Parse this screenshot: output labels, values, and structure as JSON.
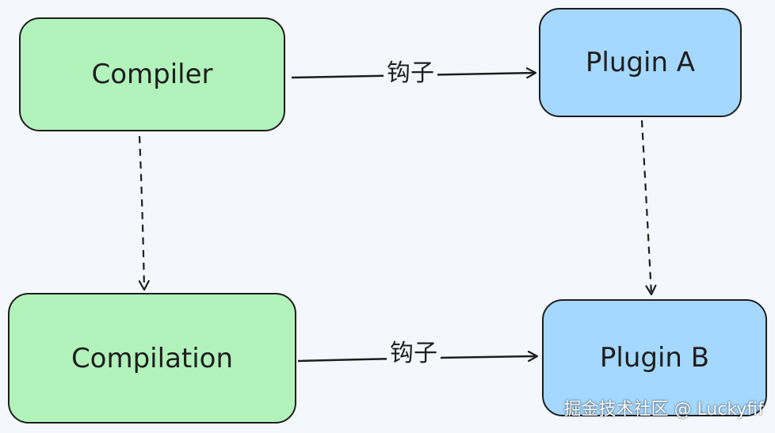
{
  "nodes": {
    "compiler": "Compiler",
    "compilation": "Compilation",
    "plugin_a": "Plugin A",
    "plugin_b": "Plugin B"
  },
  "edges": {
    "top_label": "钩子",
    "bottom_label": "钩子"
  },
  "colors": {
    "green_fill": "#b2f2bb",
    "blue_fill": "#a5d8ff",
    "stroke": "#1e1e1e",
    "background": "#f4f8fc"
  },
  "watermark": "掘金技术社区 @ Luckyfif"
}
